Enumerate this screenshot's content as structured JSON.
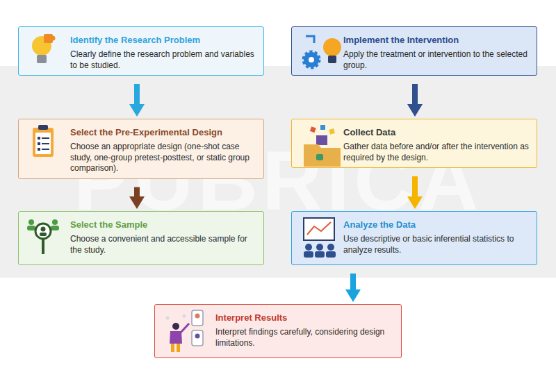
{
  "diagram": {
    "nodes": [
      {
        "text": [
          "Identify the Research Problem",
          "Clearly define the research problem and variables to be studied."
        ]
      },
      {
        "text": [
          "Select the Pre-Experimental Design",
          "Choose an appropriate design (one-shot case study, one-group pretest-posttest, or static group comparison)."
        ]
      },
      {
        "text": [
          "Select the Sample",
          "Choose a convenient and accessible sample for the study."
        ]
      },
      {
        "text": [
          "Implement the Intervention",
          "Apply the treatment or intervention to the selected group."
        ]
      },
      {
        "text": [
          "Collect Data",
          "Gather data before and/or after the intervention as required by the design."
        ]
      },
      {
        "text": [
          "Analyze the Data",
          "Use descriptive or basic inferential statistics to analyze results."
        ]
      },
      {
        "text": [
          "Interpret Results",
          "Interpret findings carefully, considering design limitations."
        ]
      }
    ],
    "edges": [
      {
        "from": 0,
        "to": 1,
        "arrow": "to"
      },
      {
        "from": 1,
        "to": 2,
        "arrow": "to"
      },
      {
        "from": 3,
        "to": 4,
        "arrow": "to"
      },
      {
        "from": 4,
        "to": 5,
        "arrow": "to"
      },
      {
        "from": 5,
        "to": 6,
        "arrow": "to"
      }
    ],
    "labels": [
      "PUBRICA"
    ]
  }
}
